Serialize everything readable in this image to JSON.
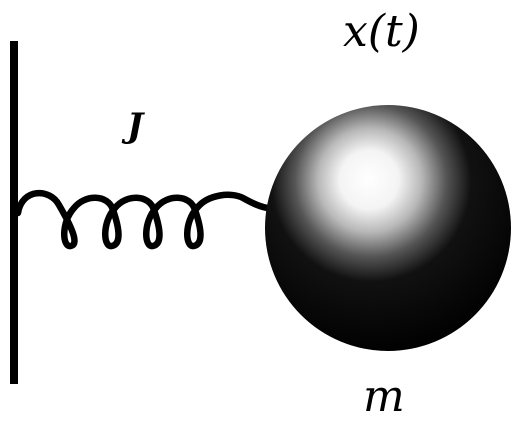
{
  "labels": {
    "position": "x(t)",
    "spring_constant": "J",
    "mass": "m"
  },
  "colors": {
    "ink": "#000000",
    "background": "#ffffff",
    "mass_highlight": "#ffffff"
  },
  "shapes": {
    "wall": "vertical-line",
    "spring": "coil-spring",
    "mass": "shaded-sphere"
  }
}
